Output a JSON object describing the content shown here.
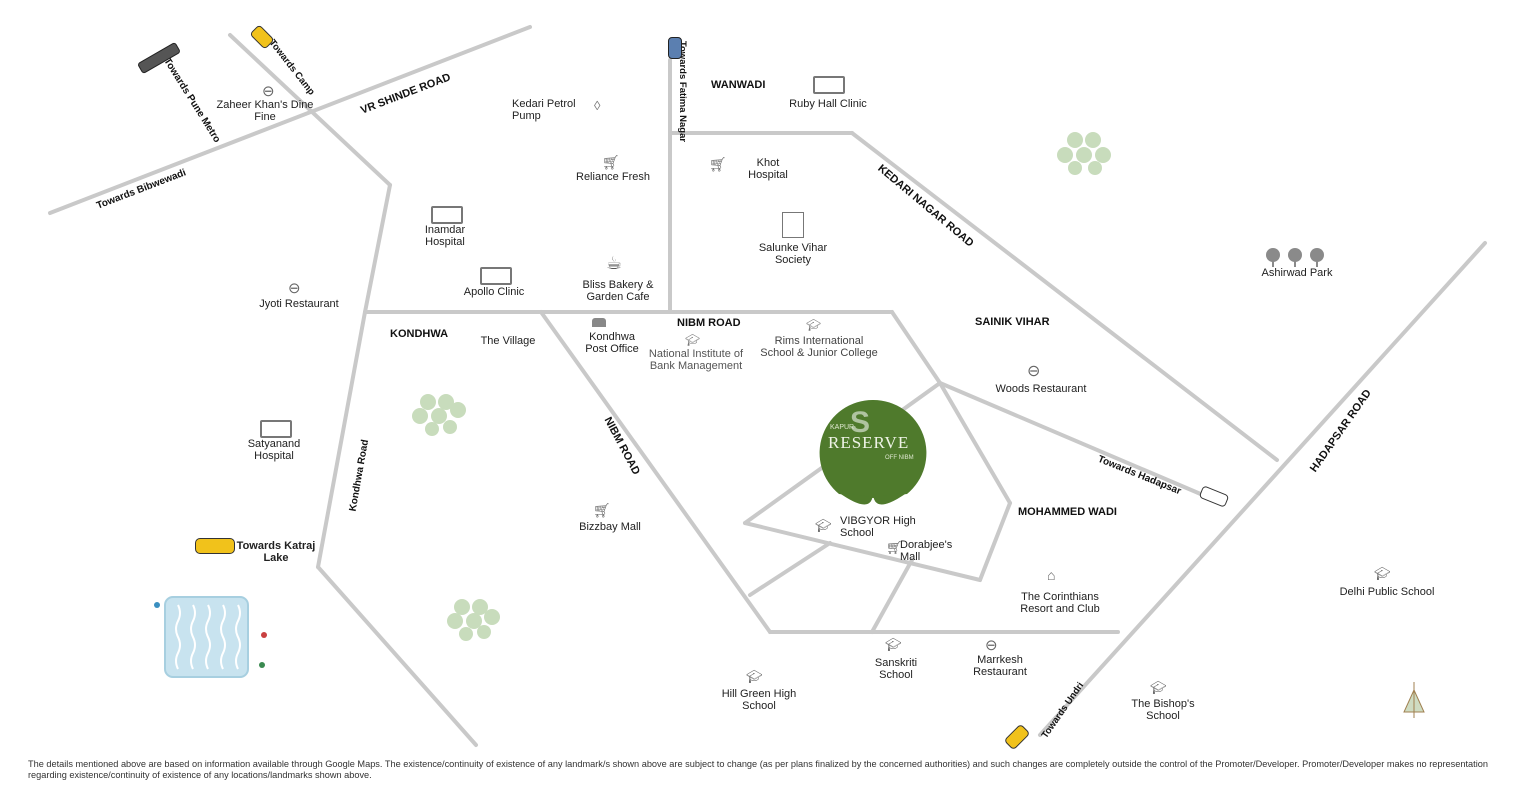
{
  "project": {
    "brand_top": "KAPUR",
    "name": "RESERVE",
    "subtitle": "OFF NIBM",
    "pin_color": "#4f7a2c"
  },
  "colors": {
    "road": "#c9c9c9",
    "text": "#222222",
    "pin": "#4f7a2c",
    "tree": "#c8dcbc",
    "lake": "#c8e3ef"
  },
  "areas": {
    "wanwadi": "WANWADI",
    "kondhwa": "KONDHWA",
    "sainik_vihar": "SAINIK VIHAR",
    "mohammed_wadi": "MOHAMMED WADI"
  },
  "roads": {
    "vr_shinde": "VR SHINDE ROAD",
    "nibm_road_h": "NIBM ROAD",
    "nibm_road_d": "NIBM ROAD",
    "kedari_nagar": "KEDARI NAGAR ROAD",
    "hadapsar": "HADAPSAR ROAD",
    "kondhwa_road": "Kondhwa Road"
  },
  "directions": {
    "pune_metro": "Towards Pune Metro",
    "camp": "Towards Camp",
    "bibwewadi": "Towards Bibwewadi",
    "fatima_nagar": "Towards Fatima Nagar",
    "hadapsar": "Towards Hadapsar",
    "katraj_lake": "Towards Katraj Lake",
    "undri": "Towards Undri"
  },
  "landmarks": {
    "zaheer": "Zaheer Khan's Dine Fine",
    "kedari_petrol": "Kedari Petrol Pump",
    "ruby_hall": "Ruby Hall Clinic",
    "reliance": "Reliance Fresh",
    "khot": "Khot Hospital",
    "inamdar": "Inamdar Hospital",
    "salunke": "Salunke Vihar Society",
    "ashirwad": "Ashirwad Park",
    "jyoti": "Jyoti Restaurant",
    "apollo": "Apollo Clinic",
    "bliss": "Bliss Bakery & Garden Cafe",
    "the_village": "The Village",
    "kondhwa_po": "Kondhwa Post Office",
    "nibm_inst": "National Institute of Bank Management",
    "rims": "Rims International School & Junior College",
    "woods": "Woods Restaurant",
    "satyanand": "Satyanand Hospital",
    "bizzbay": "Bizzbay Mall",
    "vibgyor": "VIBGYOR High School",
    "dorabjee": "Dorabjee's Mall",
    "corinthians": "The Corinthians Resort and Club",
    "delhi_public": "Delhi Public School",
    "sanskriti": "Sanskriti School",
    "marrkesh": "Marrkesh Restaurant",
    "hill_green": "Hill Green High School",
    "bishops": "The Bishop's School"
  },
  "icons": {
    "restaurant": "plate-fork-knife-icon",
    "hospital": "ambulance-icon",
    "shopping": "shopping-cart-icon",
    "school": "graduation-cap-icon",
    "building": "building-icon",
    "fuel": "fuel-drop-icon",
    "cafe": "coffee-cup-icon",
    "post": "mailbox-icon",
    "resort": "palm-resort-icon",
    "park": "trees-icon",
    "car": "car-icon",
    "metro": "metro-train-icon",
    "lake": "lake-icon"
  },
  "disclaimer": "The details mentioned above are based on information available through Google Maps. The existence/continuity of existence of any landmark/s shown above are subject to change (as per plans finalized by the concerned authorities) and such changes are completely outside the control of the Promoter/Developer. Promoter/Developer makes no representation regarding existence/continuity of existence of any locations/landmarks shown above."
}
